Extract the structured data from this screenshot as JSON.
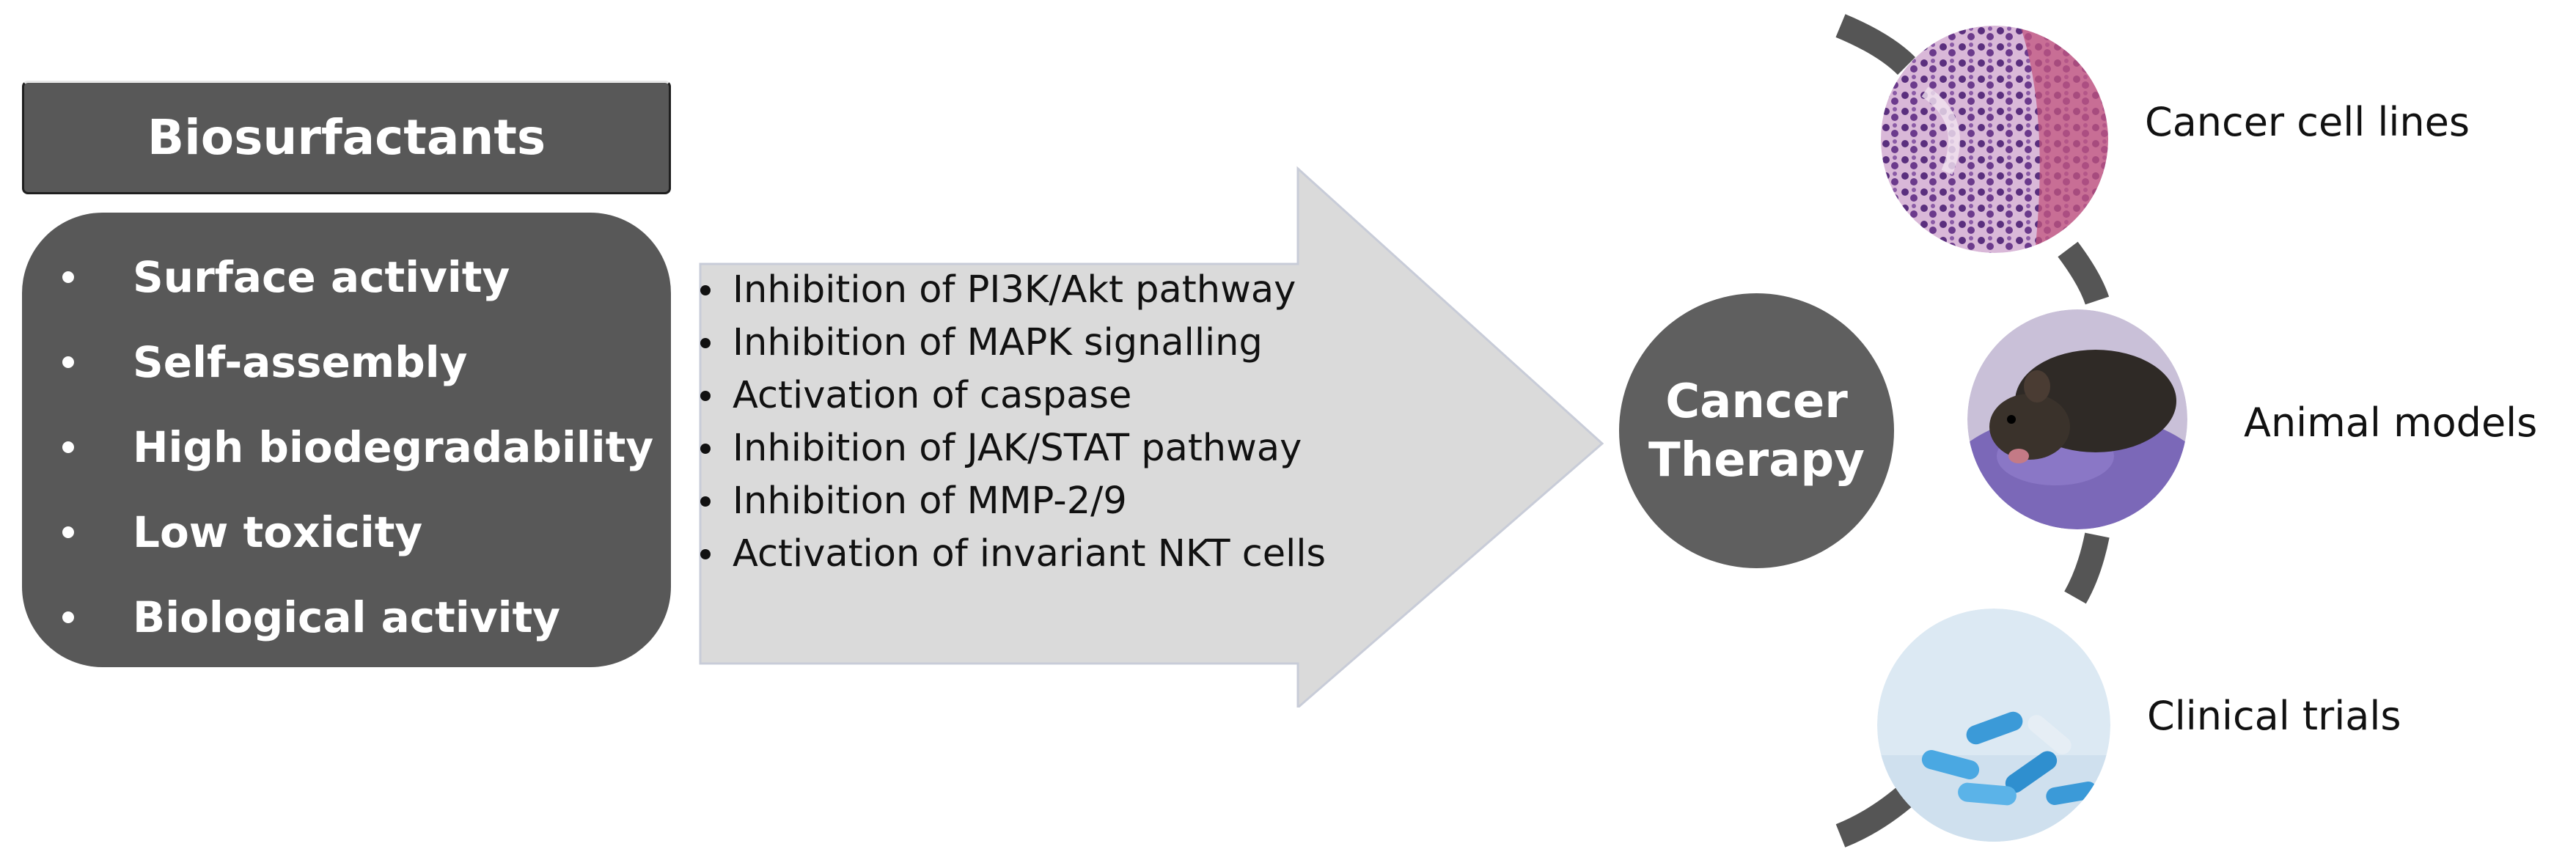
{
  "title": "Biosurfactants",
  "properties": [
    "Surface activity",
    "Self-assembly",
    "High biodegradability",
    "Low toxicity",
    "Biological activity"
  ],
  "mechanisms": [
    "Inhibition of PI3K/Akt pathway",
    "Inhibition of MAPK signalling",
    "Activation of caspase",
    "Inhibition of JAK/STAT pathway",
    "Inhibition of MMP-2/9",
    "Activation of invariant NKT cells"
  ],
  "therapy": {
    "line1": "Cancer",
    "line2": "Therapy"
  },
  "stages": [
    {
      "label": "Cancer cell lines",
      "image": "histology-photo"
    },
    {
      "label": "Animal models",
      "image": "mouse-photo"
    },
    {
      "label": "Clinical trials",
      "image": "pills-photo"
    }
  ],
  "colors": {
    "box": "#585858",
    "arrow": "#dadada",
    "therapy_circle": "#5f5f5f",
    "connector": "#555555"
  }
}
